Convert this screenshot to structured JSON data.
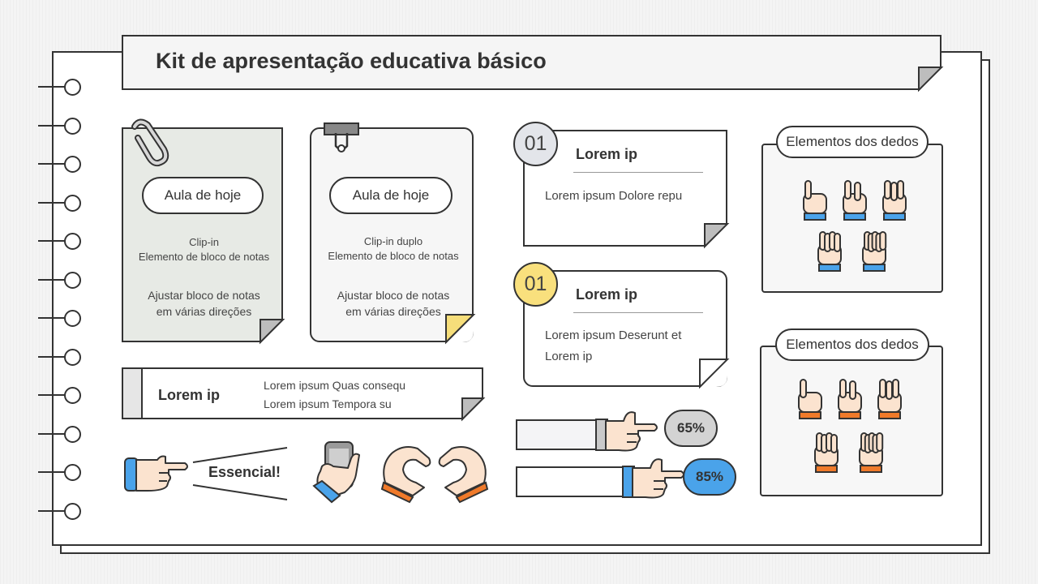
{
  "title": "Kit de apresentação educativa básico",
  "notes": [
    {
      "pill_label": "Aula de hoje",
      "line1": "Clip-in",
      "line2": "Elemento de bloco de notas",
      "desc1": "Ajustar bloco de notas",
      "desc2": "em várias direções"
    },
    {
      "pill_label": "Aula de hoje",
      "line1": "Clip-in duplo",
      "line2": "Elemento de bloco de notas",
      "desc1": "Ajustar bloco de notas",
      "desc2": "em várias direções"
    }
  ],
  "cards": [
    {
      "number": "01",
      "title": "Lorem ip",
      "line1": "Lorem ipsum Dolore repu",
      "line2": ""
    },
    {
      "number": "01",
      "title": "Lorem ip",
      "line1": "Lorem ipsum Deserunt et",
      "line2": "Lorem ip"
    }
  ],
  "finger_boxes": [
    {
      "label": "Elementos dos dedos"
    },
    {
      "label": "Elementos dos dedos"
    }
  ],
  "banner": {
    "title": "Lorem ip",
    "line1": "Lorem ipsum Quas consequ",
    "line2": "Lorem ipsum Tempora su"
  },
  "callout": "Essencial!",
  "progress": [
    {
      "value": 0.65,
      "label": "65%"
    },
    {
      "value": 0.85,
      "label": "85%"
    }
  ],
  "colors": {
    "outline": "#333333",
    "note_green": "#e7eae5",
    "fold_yellow": "#f6de7a",
    "circle_gray": "#e3e5ea",
    "circle_yellow": "#f9e07d",
    "skin": "#fbe3cf",
    "cuff_blue": "#4aa3ea",
    "cuff_orange": "#f07a2a",
    "pct_gray": "#d3d3d3",
    "pct_blue": "#4aa3ea"
  },
  "icons": [
    "paperclip-icon",
    "binder-clip-icon",
    "pointing-hand-icon",
    "phone-hand-icon",
    "heart-hands-icon",
    "counting-fingers-icon"
  ]
}
